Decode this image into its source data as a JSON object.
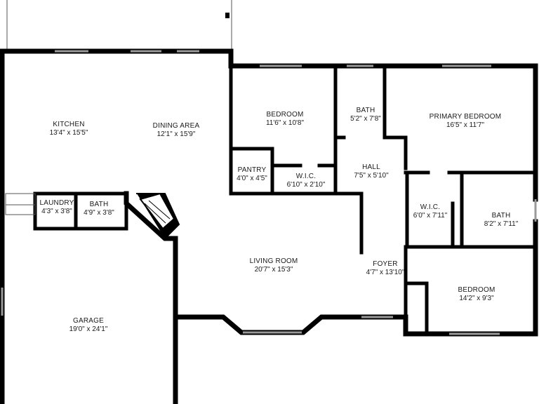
{
  "rooms": [
    {
      "key": "kitchen",
      "name": "KITCHEN",
      "dims": "13'4\" x 15'5\""
    },
    {
      "key": "dining",
      "name": "DINING AREA",
      "dims": "12'1\" x 15'9\""
    },
    {
      "key": "bedroom-1",
      "name": "BEDROOM",
      "dims": "11'6\" x 10'8\""
    },
    {
      "key": "bath-1",
      "name": "BATH",
      "dims": "5'2\" x 7'8\""
    },
    {
      "key": "primary-bedroom",
      "name": "PRIMARY BEDROOM",
      "dims": "16'5\" x 11'7\""
    },
    {
      "key": "pantry",
      "name": "PANTRY",
      "dims": "4'0\" x 4'5\""
    },
    {
      "key": "wic-1",
      "name": "W.I.C.",
      "dims": "6'10\" x 2'10\""
    },
    {
      "key": "hall",
      "name": "HALL",
      "dims": "7'5\" x 5'10\""
    },
    {
      "key": "laundry",
      "name": "LAUNDRY",
      "dims": "4'3\" x 3'8\""
    },
    {
      "key": "bath-2",
      "name": "BATH",
      "dims": "4'9\" x 3'8\""
    },
    {
      "key": "wic-2",
      "name": "W.I.C.",
      "dims": "6'0\" x 7'11\""
    },
    {
      "key": "bath-3",
      "name": "BATH",
      "dims": "8'2\" x 7'11\""
    },
    {
      "key": "living",
      "name": "LIVING ROOM",
      "dims": "20'7\" x 15'3\""
    },
    {
      "key": "foyer",
      "name": "FOYER",
      "dims": "4'7\" x 13'10\""
    },
    {
      "key": "bedroom-2",
      "name": "BEDROOM",
      "dims": "14'2\" x 9'3\""
    },
    {
      "key": "garage",
      "name": "GARAGE",
      "dims": "19'0\" x 24'1\""
    }
  ],
  "colors": {
    "wall": "#000000",
    "window": "#9a9a9a",
    "background": "#ffffff",
    "text": "#1a1a1a"
  }
}
